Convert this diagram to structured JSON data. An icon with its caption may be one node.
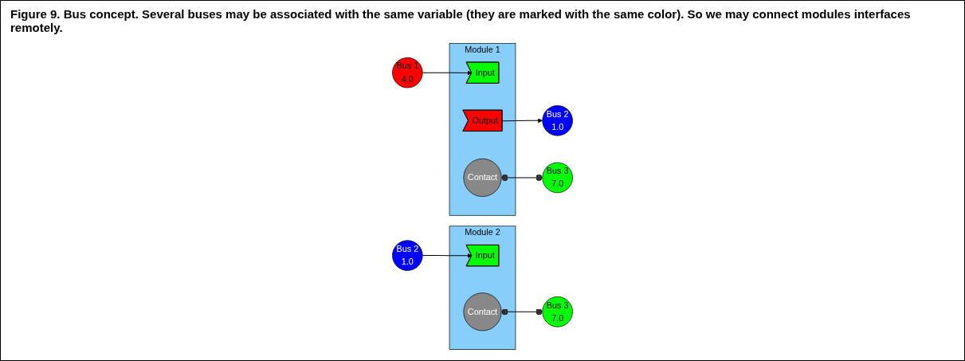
{
  "diagram": {
    "title": "Figure 9. Bus concept. Several buses may be associated with the same variable (they are marked with the same color). So we may connect modules interfaces remotely.",
    "nodes": [
      {
        "text": [
          "Bus 1",
          "4.0"
        ]
      },
      {
        "text": [
          "Module 1"
        ]
      },
      {
        "text": [
          "Input"
        ],
        "in": 1
      },
      {
        "text": [
          "Output"
        ],
        "in": 1
      },
      {
        "text": [
          "Contact"
        ],
        "in": 1
      },
      {
        "text": [
          "Bus 2",
          "1.0"
        ]
      },
      {
        "text": [
          "Bus 3",
          "7.0"
        ]
      },
      {
        "text": [
          "Bus 2",
          "1.0"
        ]
      },
      {
        "text": [
          "Module 2"
        ]
      },
      {
        "text": [
          "Input"
        ],
        "in": 8
      },
      {
        "text": [
          "Contact"
        ],
        "in": 8
      },
      {
        "text": [
          "Bus 3",
          "7.0"
        ]
      }
    ],
    "edges": [
      {
        "from": 0,
        "to": 2,
        "arrow": "to"
      },
      {
        "from": 3,
        "to": 5,
        "arrow": "to"
      },
      {
        "from": 4,
        "to": 6,
        "arrow": "other"
      },
      {
        "from": 7,
        "to": 9,
        "arrow": "to"
      },
      {
        "from": 10,
        "to": 11,
        "arrow": "other"
      }
    ]
  }
}
